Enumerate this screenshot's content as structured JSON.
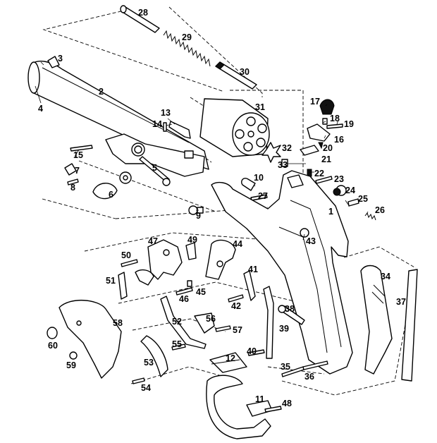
{
  "callouts": [
    {
      "id": "1",
      "text": "1"
    },
    {
      "id": "2",
      "text": "2"
    },
    {
      "id": "3",
      "text": "3"
    },
    {
      "id": "4",
      "text": "4"
    },
    {
      "id": "5",
      "text": "5"
    },
    {
      "id": "6",
      "text": "6"
    },
    {
      "id": "7",
      "text": "7"
    },
    {
      "id": "8",
      "text": "8"
    },
    {
      "id": "9",
      "text": "9"
    },
    {
      "id": "10",
      "text": "10"
    },
    {
      "id": "11",
      "text": "11"
    },
    {
      "id": "12",
      "text": "12"
    },
    {
      "id": "13",
      "text": "13"
    },
    {
      "id": "14",
      "text": "14"
    },
    {
      "id": "15",
      "text": "15"
    },
    {
      "id": "16",
      "text": "16"
    },
    {
      "id": "17",
      "text": "17"
    },
    {
      "id": "18",
      "text": "18"
    },
    {
      "id": "19",
      "text": "19"
    },
    {
      "id": "20",
      "text": "20"
    },
    {
      "id": "21",
      "text": "21"
    },
    {
      "id": "22",
      "text": "22"
    },
    {
      "id": "23",
      "text": "23"
    },
    {
      "id": "24",
      "text": "24"
    },
    {
      "id": "25",
      "text": "25"
    },
    {
      "id": "26",
      "text": "26"
    },
    {
      "id": "27",
      "text": "27"
    },
    {
      "id": "28",
      "text": "28"
    },
    {
      "id": "29",
      "text": "29"
    },
    {
      "id": "30",
      "text": "30"
    },
    {
      "id": "31",
      "text": "31"
    },
    {
      "id": "32",
      "text": "32"
    },
    {
      "id": "33",
      "text": "33"
    },
    {
      "id": "34",
      "text": "34"
    },
    {
      "id": "35",
      "text": "35"
    },
    {
      "id": "36",
      "text": "36"
    },
    {
      "id": "37",
      "text": "37"
    },
    {
      "id": "38",
      "text": "38"
    },
    {
      "id": "39",
      "text": "39"
    },
    {
      "id": "40",
      "text": "40"
    },
    {
      "id": "41",
      "text": "41"
    },
    {
      "id": "42",
      "text": "42"
    },
    {
      "id": "43",
      "text": "43"
    },
    {
      "id": "44",
      "text": "44"
    },
    {
      "id": "45",
      "text": "45"
    },
    {
      "id": "46",
      "text": "46"
    },
    {
      "id": "47",
      "text": "47"
    },
    {
      "id": "48",
      "text": "48"
    },
    {
      "id": "49",
      "text": "49"
    },
    {
      "id": "50",
      "text": "50"
    },
    {
      "id": "51",
      "text": "51"
    },
    {
      "id": "52",
      "text": "52"
    },
    {
      "id": "53",
      "text": "53"
    },
    {
      "id": "54",
      "text": "54"
    },
    {
      "id": "55",
      "text": "55"
    },
    {
      "id": "56",
      "text": "56"
    },
    {
      "id": "57",
      "text": "57"
    },
    {
      "id": "58",
      "text": "58"
    },
    {
      "id": "59",
      "text": "59"
    },
    {
      "id": "60",
      "text": "60"
    }
  ]
}
